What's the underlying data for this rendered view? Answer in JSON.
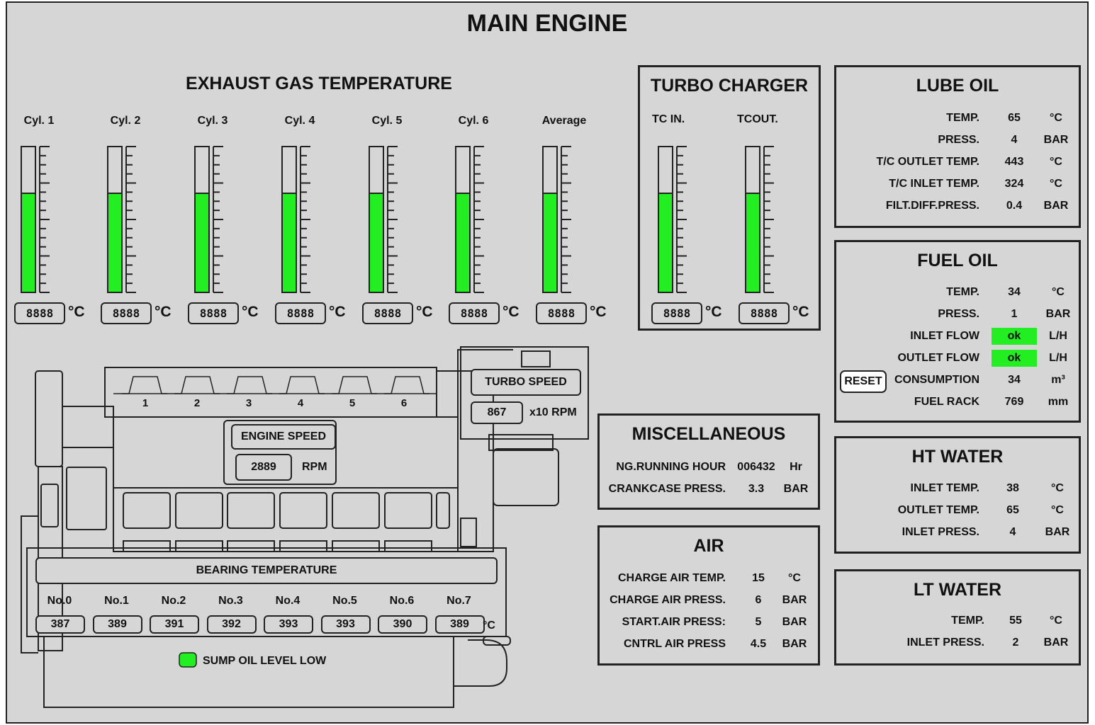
{
  "title": "MAIN ENGINE",
  "exhaust": {
    "title": "EXHAUST GAS TEMPERATURE",
    "cylinders": [
      "Cyl. 1",
      "Cyl.  2",
      "Cyl.  3",
      "Cyl. 4",
      "Cyl. 5",
      "Cyl. 6",
      "Average"
    ],
    "level": 0.68,
    "display": "8888",
    "unit": "°C"
  },
  "turbo": {
    "title": "TURBO CHARGER",
    "labels": [
      "TC IN.",
      "TCOUT."
    ],
    "level": 0.68,
    "display": "8888",
    "unit": "°C",
    "speed_label": "TURBO SPEED",
    "speed_value": "867",
    "speed_unit": "x10 RPM"
  },
  "lube_oil": {
    "title": "LUBE OIL",
    "rows": [
      {
        "label": "TEMP.",
        "value": "65",
        "unit": "°C"
      },
      {
        "label": "PRESS.",
        "value": "4",
        "unit": "BAR"
      },
      {
        "label": "T/C OUTLET TEMP.",
        "value": "443",
        "unit": "°C"
      },
      {
        "label": "T/C INLET TEMP.",
        "value": "324",
        "unit": "°C"
      },
      {
        "label": "FILT.DIFF.PRESS.",
        "value": "0.4",
        "unit": "BAR"
      }
    ]
  },
  "fuel_oil": {
    "title": "FUEL OIL",
    "reset": "RESET",
    "rows": [
      {
        "label": "TEMP.",
        "value": "34",
        "unit": "°C"
      },
      {
        "label": "PRESS.",
        "value": "1",
        "unit": "BAR"
      },
      {
        "label": "INLET FLOW",
        "value": "ok",
        "unit": "L/H"
      },
      {
        "label": "OUTLET FLOW",
        "value": "ok",
        "unit": "L/H"
      },
      {
        "label": "CONSUMPTION",
        "value": "34",
        "unit": "m³"
      },
      {
        "label": "FUEL RACK",
        "value": "769",
        "unit": "mm"
      }
    ]
  },
  "misc": {
    "title": "MISCELLANEOUS",
    "rows": [
      {
        "label": "NG.RUNNING HOUR",
        "value": "006432",
        "unit": "Hr"
      },
      {
        "label": "CRANKCASE PRESS.",
        "value": "3.3",
        "unit": "BAR"
      }
    ]
  },
  "air": {
    "title": "AIR",
    "rows": [
      {
        "label": "CHARGE AIR TEMP.",
        "value": "15",
        "unit": "°C"
      },
      {
        "label": "CHARGE AIR PRESS.",
        "value": "6",
        "unit": "BAR"
      },
      {
        "label": "START.AIR PRESS:",
        "value": "5",
        "unit": "BAR"
      },
      {
        "label": "CNTRL AIR PRESS",
        "value": "4.5",
        "unit": "BAR"
      }
    ]
  },
  "ht_water": {
    "title": "HT WATER",
    "rows": [
      {
        "label": "INLET TEMP.",
        "value": "38",
        "unit": "°C"
      },
      {
        "label": "OUTLET TEMP.",
        "value": "65",
        "unit": "°C"
      },
      {
        "label": "INLET PRESS.",
        "value": "4",
        "unit": "BAR"
      }
    ]
  },
  "lt_water": {
    "title": "LT WATER",
    "rows": [
      {
        "label": "TEMP.",
        "value": "55",
        "unit": "°C"
      },
      {
        "label": "INLET PRESS.",
        "value": "2",
        "unit": "BAR"
      }
    ]
  },
  "engine": {
    "cylinder_numbers": [
      "1",
      "2",
      "3",
      "4",
      "5",
      "6"
    ],
    "speed_label": "ENGINE SPEED",
    "speed_value": "2889",
    "speed_unit": "RPM",
    "bearing_title": "BEARING TEMPERATURE",
    "bearings": [
      {
        "label": "No.0",
        "value": "387"
      },
      {
        "label": "No.1",
        "value": "389"
      },
      {
        "label": "No.2",
        "value": "391"
      },
      {
        "label": "No.3",
        "value": "392"
      },
      {
        "label": "No.4",
        "value": "393"
      },
      {
        "label": "No.5",
        "value": "393"
      },
      {
        "label": "No.6",
        "value": "390"
      },
      {
        "label": "No.7",
        "value": "389"
      }
    ],
    "bearing_unit": "°C",
    "sump_label": "SUMP OIL LEVEL LOW"
  },
  "colors": {
    "ok": "#22ee22",
    "background": "#d6d6d6",
    "line": "#222222"
  }
}
